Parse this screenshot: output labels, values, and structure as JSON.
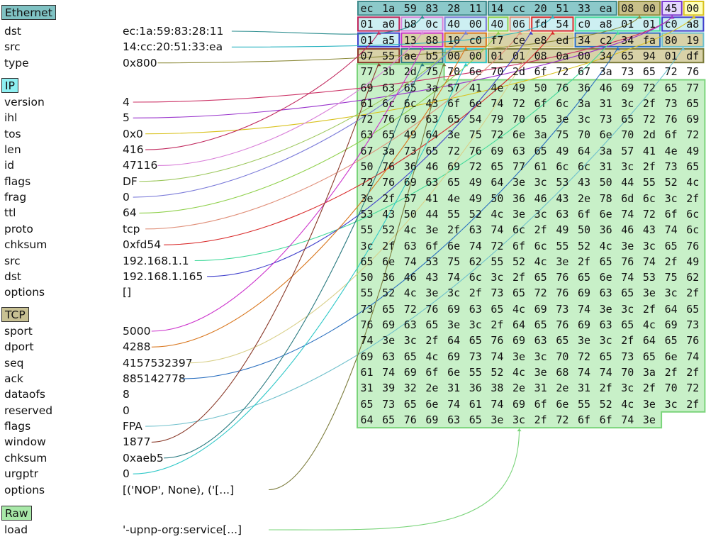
{
  "layers": [
    {
      "key": "eth",
      "name": "Ethernet",
      "color": "#7fc2c3",
      "fields": [
        {
          "n": "dst",
          "v": "ec:1a:59:83:28:11",
          "c": "#2a8c8e"
        },
        {
          "n": "src",
          "v": "14:cc:20:51:33:ea",
          "c": "#2fb5c2"
        },
        {
          "n": "type",
          "v": "0x800",
          "c": "#8c8a3a"
        }
      ]
    },
    {
      "key": "ip",
      "name": "IP",
      "color": "#8ef0f2",
      "fields": [
        {
          "n": "version",
          "v": "4",
          "c": "#cc3366"
        },
        {
          "n": "ihl",
          "v": "5",
          "c": "#9933cc"
        },
        {
          "n": "tos",
          "v": "0x0",
          "c": "#d9c21f"
        },
        {
          "n": "len",
          "v": "416",
          "c": "#c0265c"
        },
        {
          "n": "id",
          "v": "47116",
          "c": "#d980d9"
        },
        {
          "n": "flags",
          "v": "DF",
          "c": "#9cc75c"
        },
        {
          "n": "frag",
          "v": "0",
          "c": "#7b7bd9"
        },
        {
          "n": "ttl",
          "v": "64",
          "c": "#8fd04b"
        },
        {
          "n": "proto",
          "v": "tcp",
          "c": "#e0907a"
        },
        {
          "n": "chksum",
          "v": "0xfd54",
          "c": "#d92a2a"
        },
        {
          "n": "src",
          "v": "192.168.1.1",
          "c": "#40d99a"
        },
        {
          "n": "dst",
          "v": "192.168.1.165",
          "c": "#4040cc"
        },
        {
          "n": "options",
          "v": "[]",
          "c": "#666666"
        }
      ]
    },
    {
      "key": "tcp",
      "name": "TCP",
      "color": "#c8c193",
      "fields": [
        {
          "n": "sport",
          "v": "5000",
          "c": "#cc33cc"
        },
        {
          "n": "dport",
          "v": "4288",
          "c": "#d9771f"
        },
        {
          "n": "seq",
          "v": "4157532397",
          "c": "#d9d08a"
        },
        {
          "n": "ack",
          "v": "885142778",
          "c": "#2a6fbf"
        },
        {
          "n": "dataofs",
          "v": "8",
          "c": "#666666"
        },
        {
          "n": "reserved",
          "v": "0",
          "c": "#666666"
        },
        {
          "n": "flags",
          "v": "FPA",
          "c": "#6fc0cc"
        },
        {
          "n": "window",
          "v": "1877",
          "c": "#8a3a2a"
        },
        {
          "n": "chksum",
          "v": "0xaeb5",
          "c": "#2a7a80"
        },
        {
          "n": "urgptr",
          "v": "0",
          "c": "#2fc8c8"
        },
        {
          "n": "options",
          "v": "[('NOP', None), ('[...]",
          "c": "#7a7a3a"
        }
      ]
    },
    {
      "key": "raw",
      "name": "Raw",
      "color": "#a8e8a8",
      "fields": [
        {
          "n": "load",
          "v": "'-upnp-org:service[...]",
          "c": "#7ad47a"
        }
      ]
    }
  ],
  "hex_rows": [
    "ec 1a 59 83 28 11 14 cc 20 51 33 ea 08 00 45 00",
    "01 a0 b8 0c 40 00 40 06 fd 54 c0 a8 01 01 c0 a8",
    "01 a5 13 88 10 c0 f7 ce e8 ed 34 c2 34 fa 80 19",
    "07 55 ae b5 00 00 01 01 08 0a 00 34 65 94 01 df",
    "77 3b 2d 75 70 6e 70 2d 6f 72 67 3a 73 65 72 76",
    "69 63 65 3a 57 41 4e 49 50 76 36 46 69 72 65 77",
    "61 6c 6c 43 6f 6e 74 72 6f 6c 3a 31 3c 2f 73 65",
    "72 76 69 63 65 54 79 70 65 3e 3c 73 65 72 76 69",
    "63 65 49 64 3e 75 72 6e 3a 75 70 6e 70 2d 6f 72",
    "67 3a 73 65 72 76 69 63 65 49 64 3a 57 41 4e 49",
    "50 76 36 46 69 72 65 77 61 6c 6c 31 3c 2f 73 65",
    "72 76 69 63 65 49 64 3e 3c 53 43 50 44 55 52 4c",
    "3e 2f 57 41 4e 49 50 36 46 43 2e 78 6d 6c 3c 2f",
    "53 43 50 44 55 52 4c 3e 3c 63 6f 6e 74 72 6f 6c",
    "55 52 4c 3e 2f 63 74 6c 2f 49 50 36 46 43 74 6c",
    "3c 2f 63 6f 6e 74 72 6f 6c 55 52 4c 3e 3c 65 76",
    "65 6e 74 53 75 62 55 52 4c 3e 2f 65 76 74 2f 49",
    "50 36 46 43 74 6c 3c 2f 65 76 65 6e 74 53 75 62",
    "55 52 4c 3e 3c 2f 73 65 72 76 69 63 65 3e 3c 2f",
    "73 65 72 76 69 63 65 4c 69 73 74 3e 3c 2f 64 65",
    "76 69 63 65 3e 3c 2f 64 65 76 69 63 65 4c 69 73",
    "74 3e 3c 2f 64 65 76 69 63 65 3e 3c 2f 64 65 76",
    "69 63 65 4c 69 73 74 3e 3c 70 72 65 73 65 6e 74",
    "61 74 69 6f 6e 55 52 4c 3e 68 74 74 70 3a 2f 2f",
    "31 39 32 2e 31 36 38 2e 31 2e 31 2f 3c 2f 70 72",
    "65 73 65 6e 74 61 74 69 6f 6e 55 52 4c 3e 3c 2f",
    "64 65 76 69 63 65 3e 3c 2f 72 6f 6f 74 3e"
  ],
  "byte_groups": [
    {
      "f": "eth.dst",
      "s": 0,
      "e": 6,
      "fill": "#8cc9ca",
      "stroke": "#3f8a8c"
    },
    {
      "f": "eth.src",
      "s": 6,
      "e": 12,
      "fill": "#8cc9ca",
      "stroke": "#3f8a8c"
    },
    {
      "f": "eth.type",
      "s": 12,
      "e": 14,
      "fill": "#c9c08a",
      "stroke": "#8c8a3a"
    },
    {
      "f": "ip.vihl",
      "s": 14,
      "e": 15,
      "fill": "#e5d8ff",
      "stroke": "#7a3acc"
    },
    {
      "f": "ip.tos",
      "s": 15,
      "e": 16,
      "fill": "#ffffb8",
      "stroke": "#d9c21f"
    },
    {
      "f": "ip.len",
      "s": 16,
      "e": 18,
      "fill": "#cdeff2",
      "stroke": "#c0265c"
    },
    {
      "f": "ip.id",
      "s": 18,
      "e": 20,
      "fill": "#cdeff2",
      "stroke": "#d980d9"
    },
    {
      "f": "ip.flags",
      "s": 20,
      "e": 22,
      "fill": "#cdeff2",
      "stroke": "#7b7bd9"
    },
    {
      "f": "ip.ttl",
      "s": 22,
      "e": 23,
      "fill": "#cdeff2",
      "stroke": "#8fd04b"
    },
    {
      "f": "ip.proto",
      "s": 23,
      "e": 24,
      "fill": "#cdeff2",
      "stroke": "#e0907a"
    },
    {
      "f": "ip.chksum",
      "s": 24,
      "e": 26,
      "fill": "#cdeff2",
      "stroke": "#d92a2a"
    },
    {
      "f": "ip.src",
      "s": 26,
      "e": 30,
      "fill": "#cdeff2",
      "stroke": "#40d99a"
    },
    {
      "f": "ip.dst",
      "s": 30,
      "e": 34,
      "fill": "#cdeff2",
      "stroke": "#4040cc"
    },
    {
      "f": "tcp.sport",
      "s": 34,
      "e": 36,
      "fill": "#d8d2a8",
      "stroke": "#cc33cc"
    },
    {
      "f": "tcp.dport",
      "s": 36,
      "e": 38,
      "fill": "#d8d2a8",
      "stroke": "#d9771f"
    },
    {
      "f": "tcp.seq",
      "s": 38,
      "e": 42,
      "fill": "#d8d2a8",
      "stroke": "#d9d08a"
    },
    {
      "f": "tcp.ack",
      "s": 42,
      "e": 46,
      "fill": "#d8d2a8",
      "stroke": "#2a6fbf"
    },
    {
      "f": "tcp.offflags",
      "s": 46,
      "e": 48,
      "fill": "#d8d2a8",
      "stroke": "#6fc0cc"
    },
    {
      "f": "tcp.window",
      "s": 48,
      "e": 50,
      "fill": "#d8d2a8",
      "stroke": "#8a3a2a"
    },
    {
      "f": "tcp.chksum",
      "s": 50,
      "e": 52,
      "fill": "#d8d2a8",
      "stroke": "#2a7a80"
    },
    {
      "f": "tcp.urgptr",
      "s": 52,
      "e": 54,
      "fill": "#d8d2a8",
      "stroke": "#2fc8c8"
    },
    {
      "f": "tcp.options",
      "s": 54,
      "e": 66,
      "fill": "#d8d2a8",
      "stroke": "#7a7a3a"
    },
    {
      "f": "raw.load",
      "s": 66,
      "e": 430,
      "fill": "#c8f0c8",
      "stroke": "#7ad47a"
    }
  ]
}
